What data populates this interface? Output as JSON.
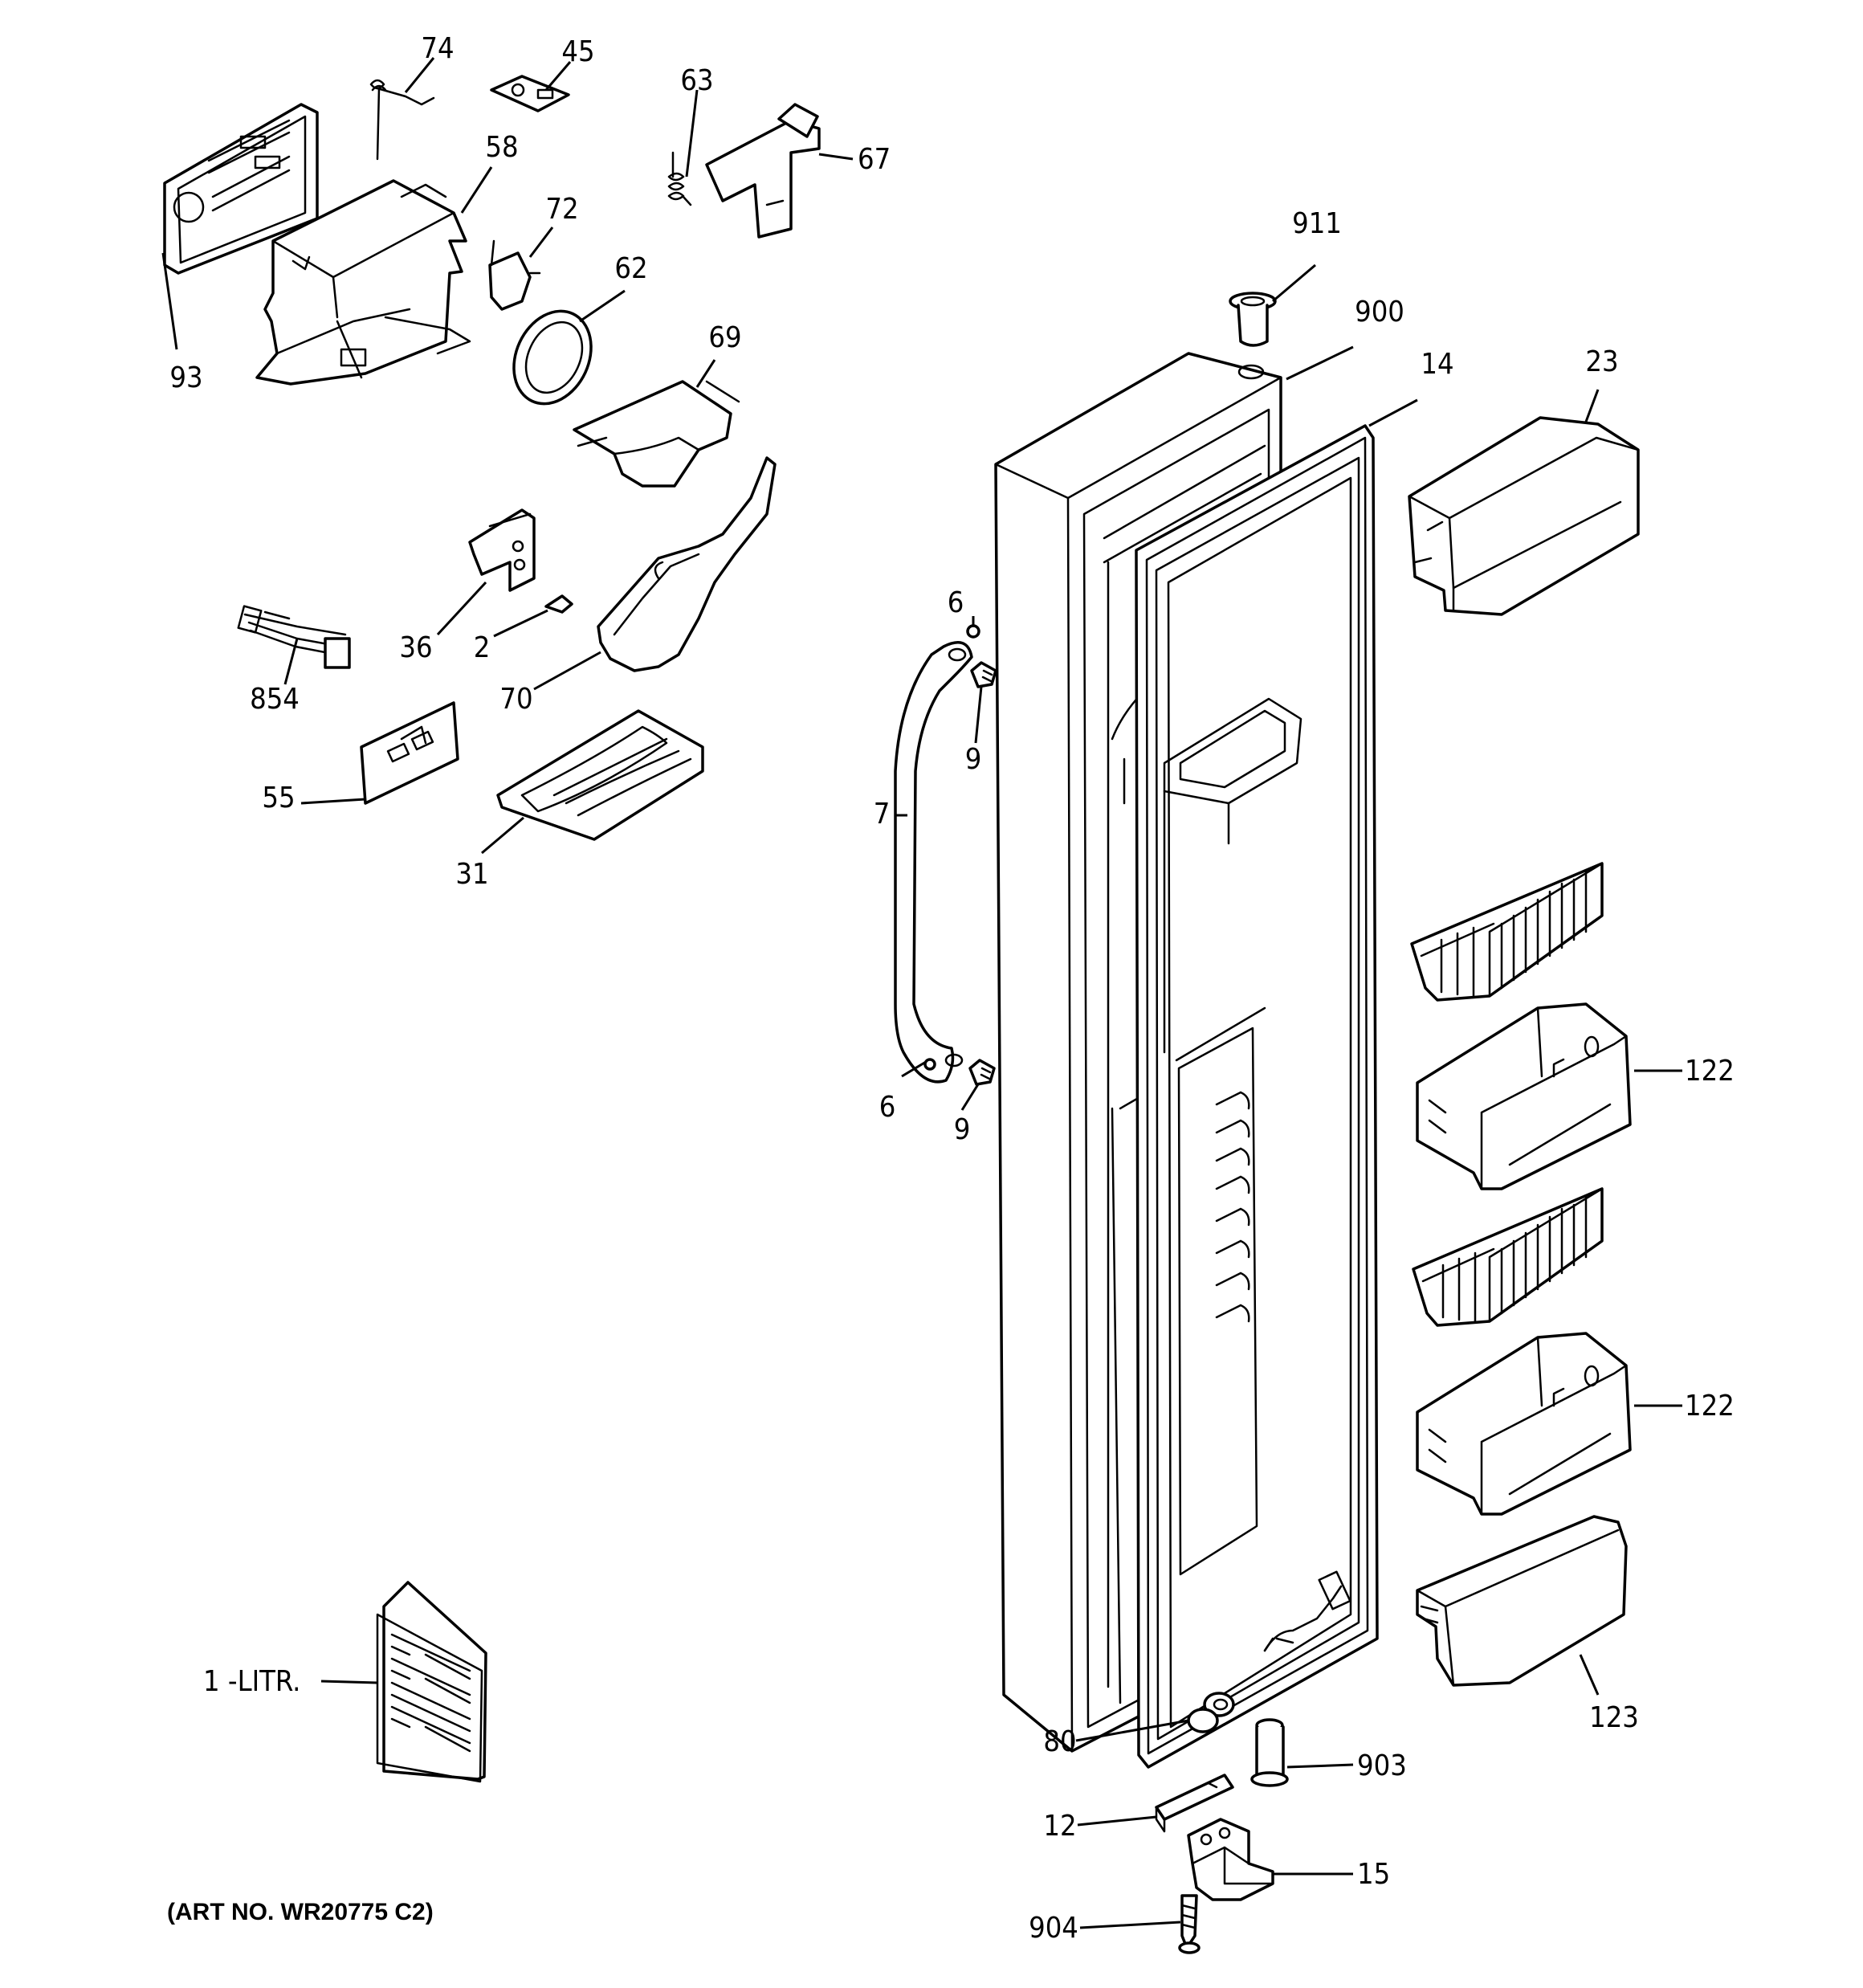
{
  "art_number": "(ART NO. WR20775 C2)",
  "callouts": {
    "c74": "74",
    "c45": "45",
    "c63": "63",
    "c67": "67",
    "c58": "58",
    "c72": "72",
    "c62": "62",
    "c93": "93",
    "c69": "69",
    "c36": "36",
    "c2": "2",
    "c854": "854",
    "c70": "70",
    "c55": "55",
    "c31": "31",
    "c911": "911",
    "c900": "900",
    "c14": "14",
    "c23": "23",
    "c6a": "6",
    "c9a": "9",
    "c7": "7",
    "c6b": "6",
    "c9b": "9",
    "c122a": "122",
    "c122b": "122",
    "c123": "123",
    "c1litr": "1 -LITR.",
    "c80": "80",
    "c903": "903",
    "c12": "12",
    "c15": "15",
    "c904": "904"
  }
}
